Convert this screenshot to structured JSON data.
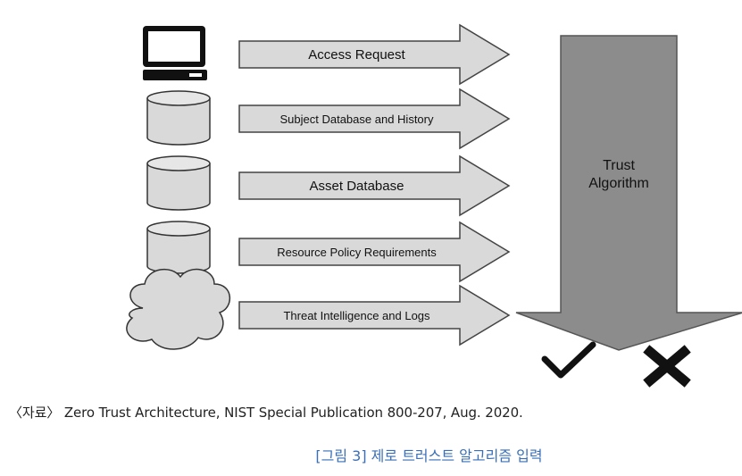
{
  "diagram": {
    "inputs": [
      {
        "label": "Access Request",
        "icon": "computer-icon"
      },
      {
        "label": "Subject Database and History",
        "icon": "database-icon"
      },
      {
        "label": "Asset Database",
        "icon": "database-icon"
      },
      {
        "label": "Resource Policy Requirements",
        "icon": "database-icon"
      },
      {
        "label": "Threat Intelligence and Logs",
        "icon": "cloud-icon"
      }
    ],
    "algorithm": {
      "line1": "Trust",
      "line2": "Algorithm"
    },
    "outcomes": {
      "allow": "check-icon",
      "deny": "cross-icon"
    },
    "colors": {
      "arrow_fill": "#d9d9d9",
      "big_arrow_fill": "#8c8c8c",
      "caption": "#3a6fb8"
    }
  },
  "source": "〈자료〉 Zero Trust Architecture, NIST Special Publication 800-207, Aug. 2020.",
  "caption": "[그림 3] 제로 트러스트 알고리즘 입력"
}
